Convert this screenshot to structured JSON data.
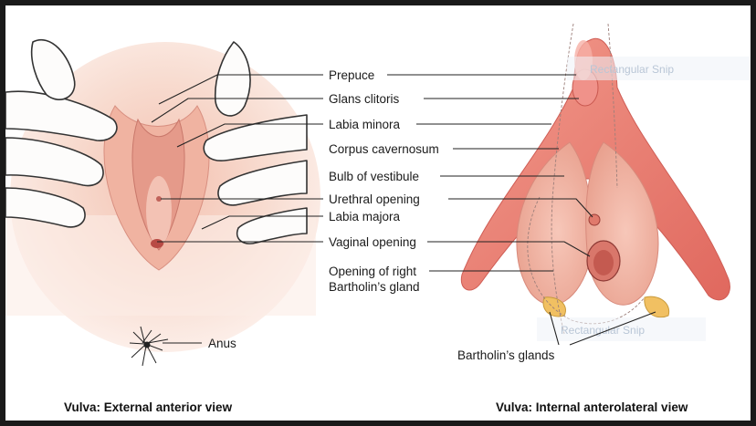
{
  "labels": {
    "prepuce": "Prepuce",
    "glans_clitoris": "Glans clitoris",
    "labia_minora": "Labia minora",
    "corpus_cavernosum": "Corpus cavernosum",
    "bulb_of_vestibule": "Bulb of vestibule",
    "urethral_opening": "Urethral opening",
    "labia_majora": "Labia majora",
    "vaginal_opening": "Vaginal opening",
    "bartholin_opening_line1": "Opening of right",
    "bartholin_opening_line2": "Bartholin’s gland",
    "anus": "Anus",
    "bartholins_glands": "Bartholin’s glands"
  },
  "captions": {
    "external": "Vulva: External anterior view",
    "internal": "Vulva: Internal anterolateral view"
  },
  "overlays": {
    "snip_top": "Rectangular Snip",
    "snip_bottom": "Rectangular Snip"
  },
  "colors": {
    "skin": "#f6d9cc",
    "tissue": "#e8857a",
    "tissue_dark": "#d35e55",
    "gland": "#f0c060"
  }
}
